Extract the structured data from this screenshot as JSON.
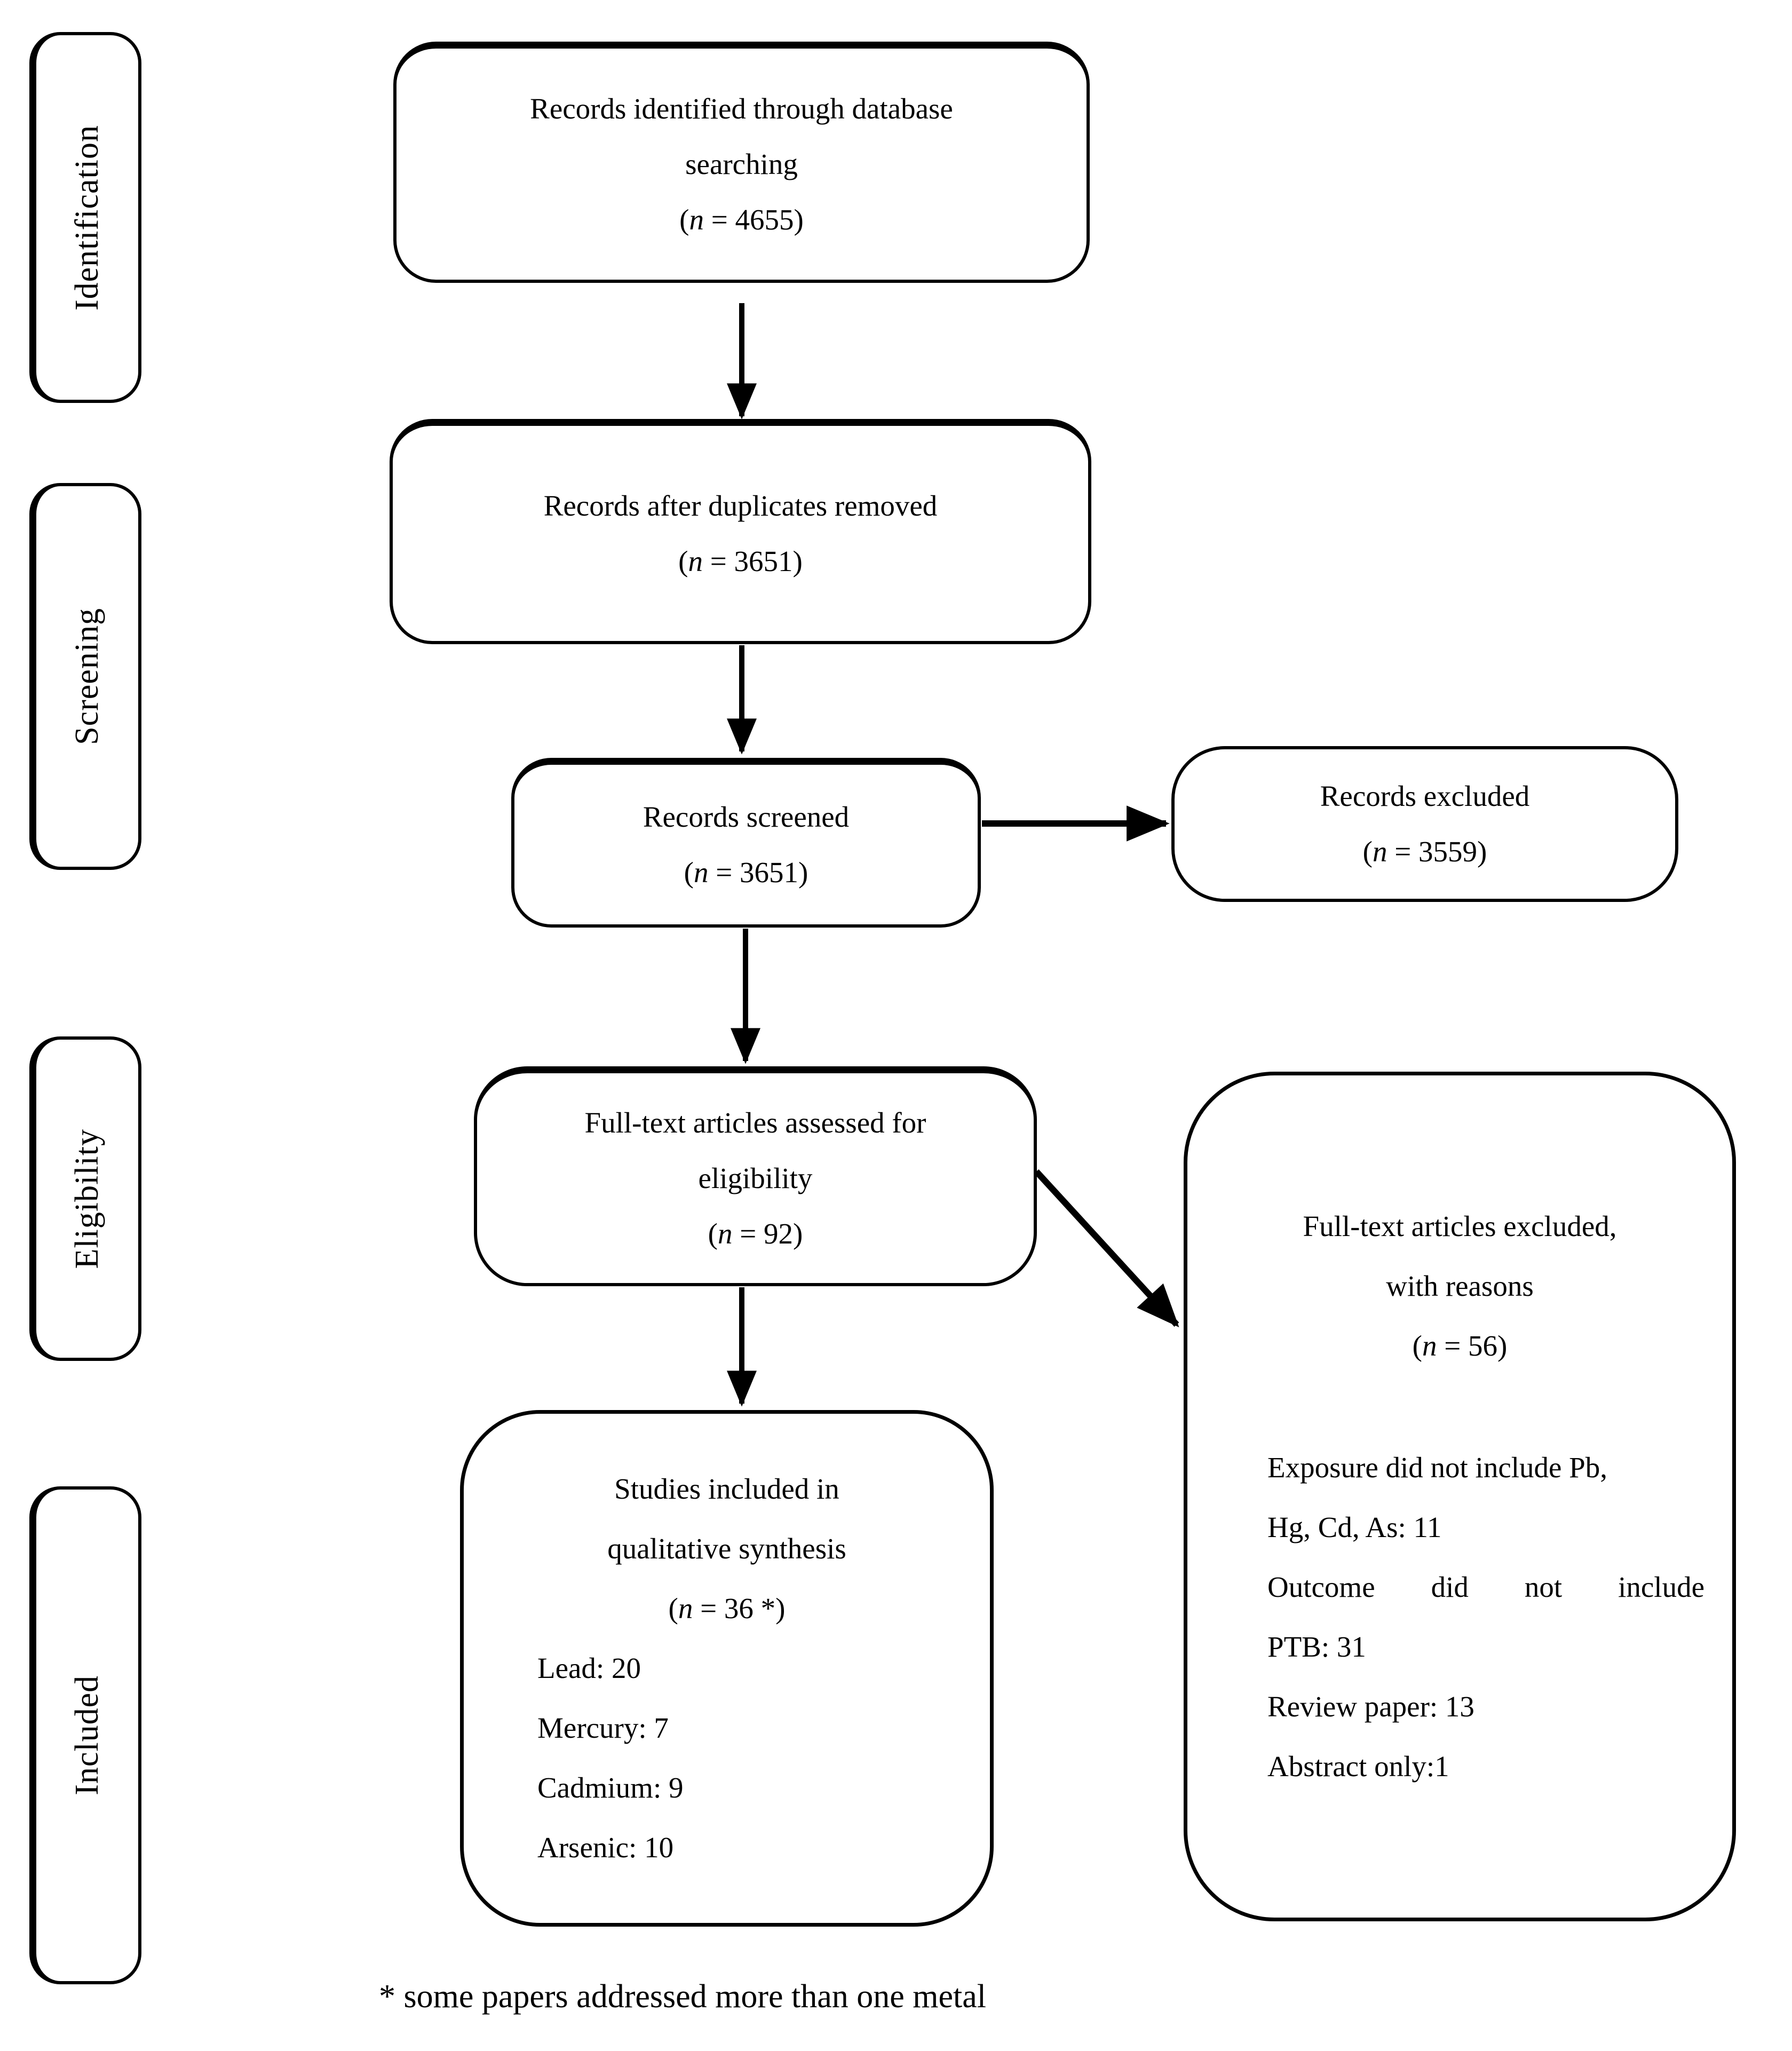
{
  "sidebar": {
    "items": [
      {
        "label": "Identification"
      },
      {
        "label": "Screening"
      },
      {
        "label": "Eligibility"
      },
      {
        "label": "Included"
      }
    ]
  },
  "flow": {
    "identified": {
      "line1": "Records identified through database",
      "line2": "searching",
      "stat": [
        "(",
        "n",
        " = 4655)"
      ]
    },
    "deduplicated": {
      "line1": "Records after duplicates removed",
      "stat": [
        "(",
        "n",
        " = 3651)"
      ]
    },
    "screened": {
      "line1": "Records screened",
      "stat": [
        "(",
        "n",
        " = 3651)"
      ]
    },
    "excluded": {
      "line1": "Records excluded",
      "stat": [
        "(",
        "n",
        " = 3559)"
      ]
    },
    "fulltext": {
      "line1": "Full-text articles assessed for",
      "line2": "eligibility",
      "stat": [
        "(",
        "n",
        " = 92)"
      ]
    },
    "fulltext_excluded": {
      "line1": "Full-text articles excluded,",
      "line2": "with reasons",
      "stat": [
        "(",
        "n",
        " = 56)"
      ],
      "reasons": [
        "Exposure did not include Pb,",
        "Hg, Cd, As: 11",
        "Outcome did not include",
        "PTB: 31",
        "Review paper: 13",
        "Abstract only:1"
      ]
    },
    "included_studies": {
      "line1": "Studies included in",
      "line2": "qualitative synthesis",
      "stat": [
        "(",
        "n",
        " = 36 *)"
      ],
      "metals": [
        "Lead: 20",
        "Mercury: 7",
        "Cadmium: 9",
        "Arsenic: 10"
      ]
    }
  },
  "footnote": "* some papers addressed more than one metal",
  "colors": {
    "ink": "#000000",
    "background": "#ffffff"
  }
}
